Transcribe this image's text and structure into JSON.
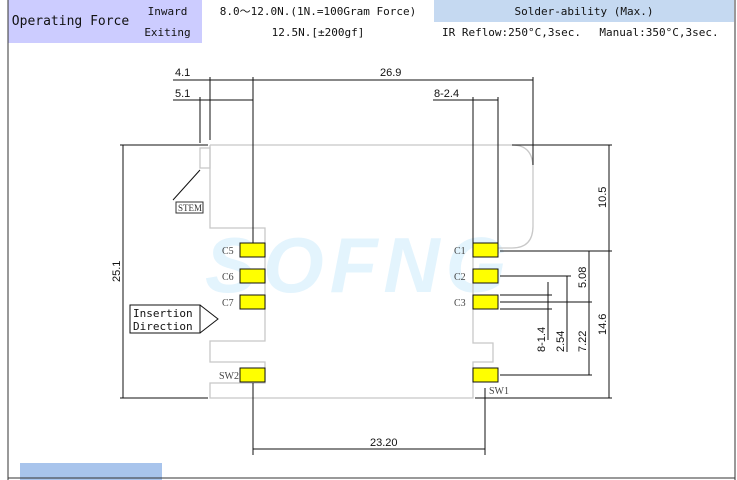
{
  "header": {
    "operating_force_label": "Operating Force",
    "inward_label": "Inward",
    "exiting_label": "Exiting",
    "inward_value": "8.0～12.0N.(1N.=100Gram Force)",
    "exiting_value": "12.5N.[±200gf]",
    "solderability_label": "Solder-ability  (Max.)",
    "ir_reflow": "IR Reflow:250°C,3sec.",
    "manual": "Manual:350°C,3sec."
  },
  "drawing": {
    "dims": {
      "d4_1": "4.1",
      "d5_1": "5.1",
      "d26_9": "26.9",
      "d8_2_4": "8-2.4",
      "d10_5": "10.5",
      "d14_6": "14.6",
      "d5_08": "5.08",
      "d7_22": "7.22",
      "d2_54": "2.54",
      "d8_1_4": "8-1.4",
      "d25_1": "25.1",
      "d23_20": "23.20"
    },
    "pins_left": [
      "C5",
      "C6",
      "C7",
      "SW2"
    ],
    "pins_right": [
      "C1",
      "C2",
      "C3",
      "SW1"
    ],
    "stem_label": "STEM",
    "insertion_line1": "Insertion",
    "insertion_line2": "Direction",
    "watermark": "SOFNG"
  },
  "colors": {
    "pad": "#ffff00",
    "header_purple": "#ccccff",
    "header_blue": "#c5d9f1"
  }
}
